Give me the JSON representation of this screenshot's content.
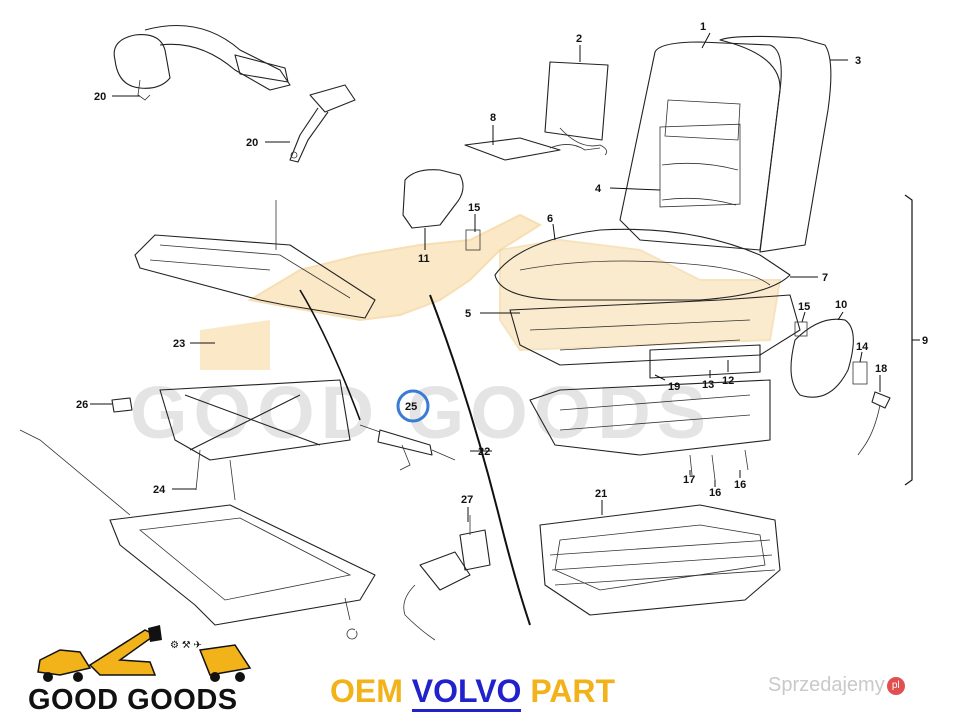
{
  "diagram": {
    "callouts": [
      "1",
      "2",
      "3",
      "4",
      "5",
      "6",
      "7",
      "8",
      "9",
      "10",
      "11",
      "12",
      "13",
      "14",
      "15",
      "15",
      "16",
      "16",
      "17",
      "18",
      "19",
      "20",
      "20",
      "21",
      "22",
      "23",
      "24",
      "25",
      "26",
      "27"
    ],
    "highlighted_callout": "25"
  },
  "watermark": {
    "text": "GOOD GOODS"
  },
  "footer": {
    "prefix": "OEM",
    "brand": "VOLVO",
    "suffix": "PART",
    "logo_text": "GOOD GOODS",
    "site_text": "Sprzedajemy",
    "site_badge": "pl"
  },
  "colors": {
    "accent": "#f1b21a",
    "brand_blue": "#2222cc",
    "highlight_circle": "#3a7bd5",
    "watermark_gray": "#d0d0d0"
  }
}
